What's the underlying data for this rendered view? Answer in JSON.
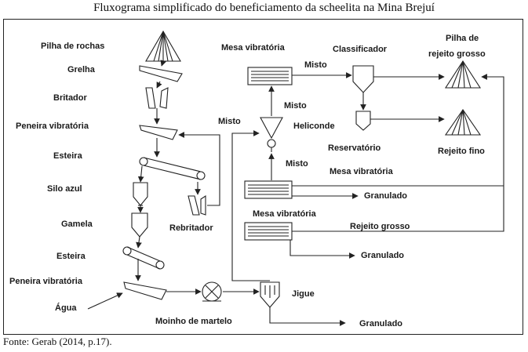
{
  "title": "Fluxograma simplificado do beneficiamento da scheelita na Mina Brejuí",
  "source": "Fonte: Gerab (2014, p.17).",
  "labels": {
    "pilha_rochas": "Pilha de rochas",
    "grelha": "Grelha",
    "britador": "Britador",
    "peneira_1": "Peneira vibratória",
    "esteira_1": "Esteira",
    "silo": "Silo azul",
    "gamela": "Gamela",
    "esteira_2": "Esteira",
    "peneira_2": "Peneira vibratória",
    "agua": "Água",
    "moinho": "Moinho de martelo",
    "rebritador": "Rebritador",
    "jigue": "Jigue",
    "granulado_1": "Granulado",
    "granulado_2": "Granulado",
    "granulado_3": "Granulado",
    "mesa_1": "Mesa vibratória",
    "mesa_2": "Mesa vibratória",
    "mesa_3": "Mesa vibratória",
    "rejeito_grosso": "Rejeito grosso",
    "misto_1": "Misto",
    "misto_2": "Misto",
    "misto_3": "Misto",
    "misto_4": "Misto",
    "heliconde": "Heliconde",
    "classificador": "Classificador",
    "reservatorio": "Reservatório",
    "pilha_rejeito_1": "Pilha de",
    "pilha_rejeito_2": "rejeito grosso",
    "rejeito_fino": "Rejeito fino"
  }
}
